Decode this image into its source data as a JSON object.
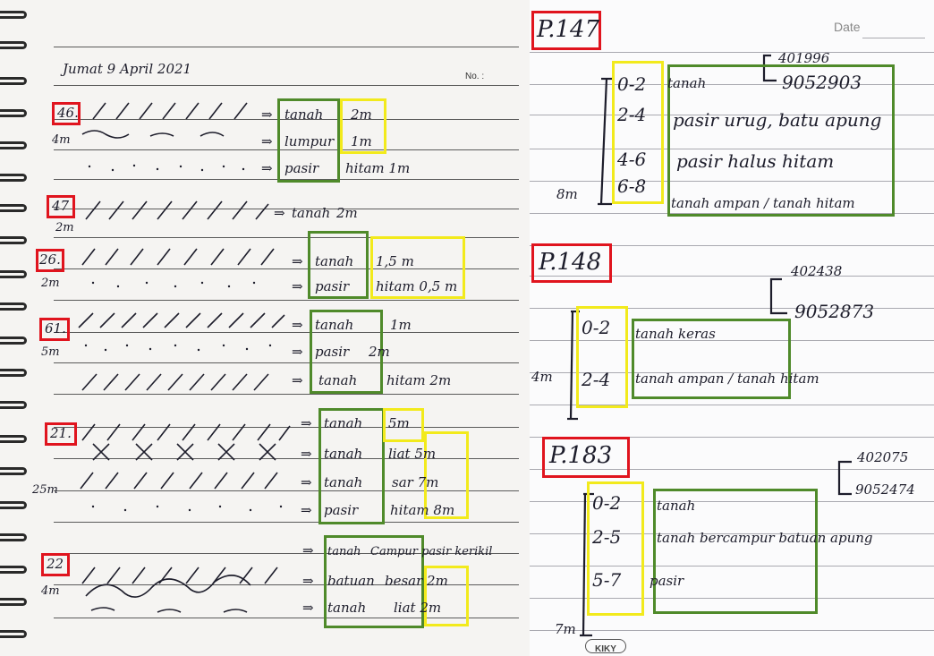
{
  "left": {
    "date": "Jumat  9 April 2021",
    "no_label": "No. :",
    "blocks": [
      {
        "id": "46.",
        "depth": "4m",
        "rows": [
          {
            "arrow": "⇒",
            "material": "tanah",
            "thickness": "2m"
          },
          {
            "arrow": "⇒",
            "material": "lumpur",
            "thickness": "1m"
          },
          {
            "arrow": "⇒",
            "material": "pasir",
            "thickness": "hitam 1m"
          }
        ]
      },
      {
        "id": "47",
        "depth": "2m",
        "rows": [
          {
            "arrow": "⇒",
            "material": "tanah",
            "thickness": "2m"
          }
        ]
      },
      {
        "id": "26.",
        "depth": "2m",
        "rows": [
          {
            "arrow": "⇒",
            "material": "tanah",
            "thickness": "1,5 m"
          },
          {
            "arrow": "⇒",
            "material": "pasir",
            "thickness": "hitam 0,5 m"
          }
        ]
      },
      {
        "id": "61.",
        "depth": "5m",
        "rows": [
          {
            "arrow": "⇒",
            "material": "tanah",
            "thickness": "1m"
          },
          {
            "arrow": "⇒",
            "material": "pasir",
            "thickness": "2m"
          },
          {
            "arrow": "⇒",
            "material": "tanah",
            "thickness": "hitam 2m"
          }
        ]
      },
      {
        "id": "21.",
        "depth": "25m",
        "rows": [
          {
            "arrow": "⇒",
            "material": "tanah",
            "thickness": "5m"
          },
          {
            "arrow": "⇒",
            "material": "tanah",
            "thickness": "liat 5m"
          },
          {
            "arrow": "⇒",
            "material": "tanah",
            "thickness": "sar 7m"
          },
          {
            "arrow": "⇒",
            "material": "pasir",
            "thickness": "hitam 8m"
          }
        ]
      },
      {
        "id": "22",
        "depth": "4m",
        "rows": [
          {
            "arrow": "⇒",
            "material": "tanah",
            "thickness": "Campur pasir kerikil"
          },
          {
            "arrow": "⇒",
            "material": "batuan",
            "thickness": "besar 2m"
          },
          {
            "arrow": "⇒",
            "material": "tanah",
            "thickness": "liat 2m"
          }
        ]
      }
    ]
  },
  "right": {
    "date_label": "Date",
    "brand": "KIKY",
    "blocks": [
      {
        "id": "P.147",
        "depth": "8m",
        "coords": [
          "401996",
          "9052903"
        ],
        "layers": [
          {
            "range": "0-2",
            "desc": "tanah"
          },
          {
            "range": "2-4",
            "desc": "pasir urug, batu apung"
          },
          {
            "range": "4-6",
            "desc": "pasir halus hitam"
          },
          {
            "range": "6-8",
            "desc": "tanah ampan / tanah hitam"
          }
        ]
      },
      {
        "id": "P.148",
        "depth": "4m",
        "coords": [
          "402438",
          "9052873"
        ],
        "layers": [
          {
            "range": "0-2",
            "desc": "tanah keras"
          },
          {
            "range": "2-4",
            "desc": "tanah ampan / tanah hitam"
          }
        ]
      },
      {
        "id": "P.183",
        "depth": "7m",
        "coords": [
          "402075",
          "9052474"
        ],
        "layers": [
          {
            "range": "0-2",
            "desc": "tanah"
          },
          {
            "range": "2-5",
            "desc": "tanah bercampur batuan apung"
          },
          {
            "range": "5-7",
            "desc": "pasir"
          }
        ]
      }
    ]
  },
  "colors": {
    "red": "#e0141e",
    "green": "#4f8a2a",
    "yellow": "#f2ea1c",
    "ink": "#1d1d2b"
  }
}
